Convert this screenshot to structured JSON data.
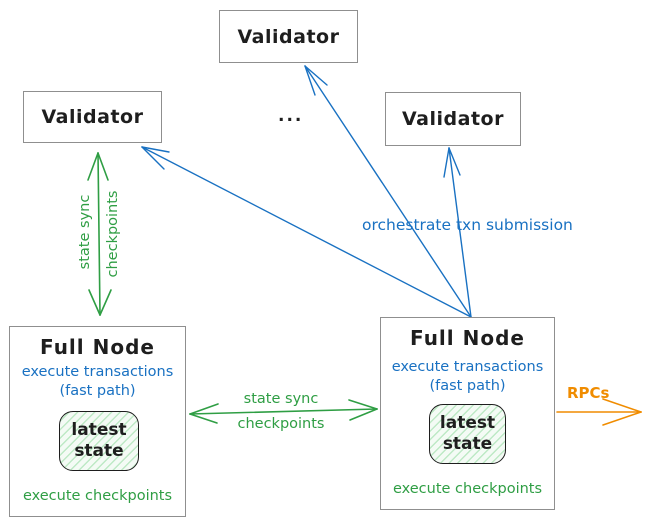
{
  "colors": {
    "black": "#1e1e1e",
    "box_border_gray": "#8f8f8f",
    "green": "#2f9e44",
    "blue": "#1971c2",
    "orange": "#f08c00",
    "state_hatch_green": "#b9e4c2"
  },
  "validators": [
    {
      "label": "Validator"
    },
    {
      "label": "Validator"
    },
    {
      "label": "Validator"
    }
  ],
  "ellipsis": "...",
  "full_nodes": [
    {
      "title": "Full Node",
      "execute_transactions": "execute transactions",
      "fast_path": "(fast path)",
      "latest_state_line1": "latest",
      "latest_state_line2": "state",
      "execute_checkpoints": "execute checkpoints"
    },
    {
      "title": "Full Node",
      "execute_transactions": "execute transactions",
      "fast_path": "(fast path)",
      "latest_state_line1": "latest",
      "latest_state_line2": "state",
      "execute_checkpoints": "execute checkpoints"
    }
  ],
  "edges": {
    "validator_sync_vertical": {
      "line1": "state sync",
      "line2": "checkpoints"
    },
    "fullnode_sync_horizontal": {
      "line1": "state sync",
      "line2": "checkpoints"
    },
    "orchestrate": {
      "label": "orchestrate txn submission"
    },
    "rpc": {
      "label": "RPCs"
    }
  }
}
